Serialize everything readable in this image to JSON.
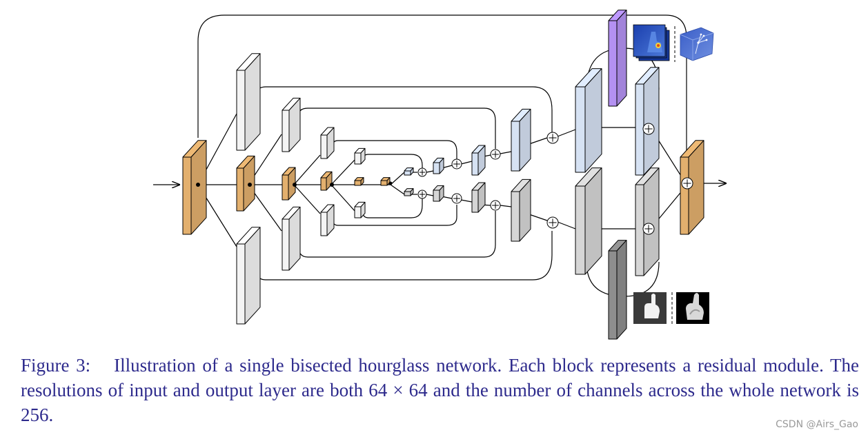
{
  "figure": {
    "label": "Figure 3:",
    "text": "Illustration of a single bisected hourglass network. Each block represents a residual module. The resolutions of input and output layer are both 64 × 64 and the number of channels across the whole network is 256."
  },
  "colors": {
    "orange": "#e3b06e",
    "blue": "#d6e2f3",
    "gray": "#d6d6d6",
    "white": "#f4f4f4",
    "purple": "#b491f2",
    "darkgray": "#8e8e8e",
    "lines": "#000000"
  },
  "heatmap_thumbnails": [
    "pose-heatmap-image",
    "hand-3d-joints-image"
  ],
  "mask_thumbnails": [
    "hand-depth-image",
    "hand-mask-image"
  ],
  "watermark": "CSDN @Airs_Gao"
}
